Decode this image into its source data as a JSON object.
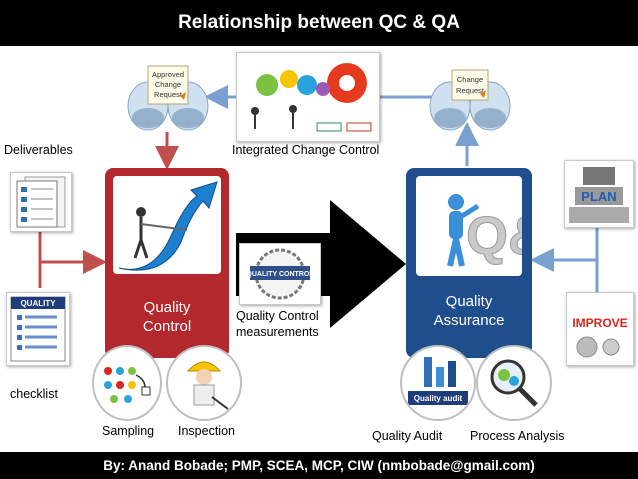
{
  "title": "Relationship between QC & QA",
  "footer": "By: Anand Bobade; PMP, SCEA, MCP, CIW (nmbobade@gmail.com)",
  "labels": {
    "deliverables": "Deliverables",
    "checklist": "checklist",
    "integrated_change_control": "Integrated Change Control",
    "quality_control_line1": "Quality",
    "quality_control_line2": "Control",
    "quality_assurance_line1": "Quality",
    "quality_assurance_line2": "Assurance",
    "qc_measurements_line1": "Quality Control",
    "qc_measurements_line2": "measurements",
    "sampling": "Sampling",
    "inspection": "Inspection",
    "quality_audit": "Quality Audit",
    "process_analysis": "Process Analysis"
  },
  "image_text": {
    "approved_line1": "Approved",
    "approved_line2": "Change",
    "approved_line3": "Request",
    "change_line1": "Change",
    "change_line2": "Request",
    "quality_sheet": "QUALITY",
    "quality_control_badge": "QUALITY CONTROL",
    "quality_audit_badge": "Quality audit",
    "improve": "IMPROVE",
    "plan": "PLAN",
    "qa_letters": "Q&A"
  },
  "colors": {
    "qc_box": "#b3282d",
    "qa_box": "#1f4e8c",
    "arrow_blue": "#7aa0cf",
    "arrow_red": "#c0504d",
    "title_bg": "#000000"
  }
}
